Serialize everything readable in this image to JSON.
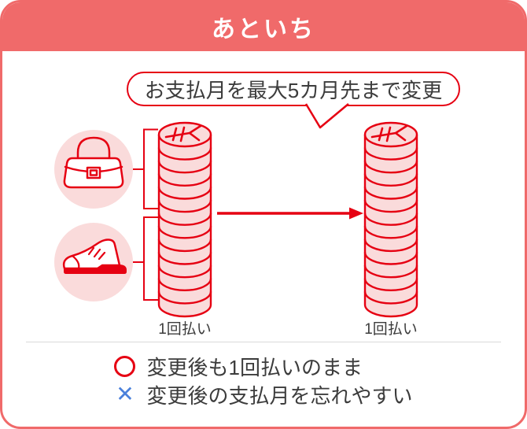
{
  "header": {
    "title": "あといち"
  },
  "bubble": {
    "text": "お支払月を最大5カ月先まで変更"
  },
  "diagram": {
    "coin_symbol": "¥",
    "items": [
      {
        "icon": "bag-icon"
      },
      {
        "icon": "shoe-icon"
      }
    ],
    "left_stack_label": "1回払い",
    "right_stack_label": "1回払い"
  },
  "notes": [
    {
      "marker": "circle",
      "marker_glyph": "○",
      "text": "変更後も1回払いのまま"
    },
    {
      "marker": "cross",
      "marker_glyph": "✕",
      "text": "変更後の支払月を忘れやすい"
    }
  ],
  "colors": {
    "header_coral": "#F06A6A",
    "accent_red": "#E60012",
    "light_pink": "#FADBDB",
    "note_blue": "#4A80DB",
    "divider_gray": "#D9D9D9",
    "text_dark": "#3C3C3C"
  }
}
